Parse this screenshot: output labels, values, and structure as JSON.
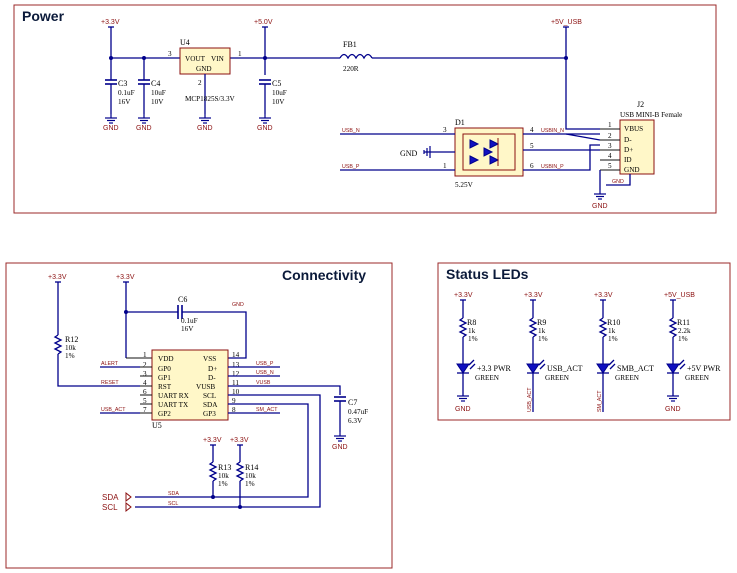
{
  "sections": {
    "power": "Power",
    "connectivity": "Connectivity",
    "status_leds": "Status LEDs"
  },
  "rails": {
    "v33": "+3.3V",
    "v50": "+5.0V",
    "v5usb": "+5V_USB",
    "gnd": "GND"
  },
  "power": {
    "u4_ref": "U4",
    "u4_vout": "VOUT",
    "u4_vin": "VIN",
    "u4_gnd": "GND",
    "u4_pin3": "3",
    "u4_pin1": "1",
    "u4_pin2": "2",
    "u4_part": "MCP1825S/3.3V",
    "c3_ref": "C3",
    "c3_val": "0.1uF",
    "c3_v": "16V",
    "c4_ref": "C4",
    "c4_val": "10uF",
    "c4_v": "10V",
    "c5_ref": "C5",
    "c5_val": "10uF",
    "c5_v": "10V",
    "fb1_ref": "FB1",
    "fb1_val": "220R",
    "d1_ref": "D1",
    "d1_val": "5.25V",
    "d1_pins": [
      "3",
      "1",
      "4",
      "5",
      "6"
    ],
    "net_usb_n": "USB_N",
    "net_usb_p": "USB_P",
    "net_usbin_n": "USBIN_N",
    "net_usbin_p": "USBIN_P",
    "j2_ref": "J2",
    "j2_part": "USB MINI-B Female",
    "j2_pins": [
      "VBUS",
      "D-",
      "D+",
      "ID",
      "GND"
    ],
    "j2_nums": [
      "1",
      "2",
      "3",
      "4",
      "5"
    ],
    "j2_gnd_pin": "GND"
  },
  "connectivity": {
    "u5_ref": "U5",
    "u5_left": [
      "VDD",
      "GP0",
      "GP1",
      "RST",
      "UART RX",
      "UART TX",
      "GP2"
    ],
    "u5_left_nums": [
      "1",
      "2",
      "3",
      "4",
      "6",
      "5",
      "7"
    ],
    "u5_right": [
      "VSS",
      "D+",
      "D-",
      "VUSB",
      "SCL",
      "SDA",
      "GP3"
    ],
    "u5_right_nums": [
      "14",
      "13",
      "12",
      "11",
      "10",
      "9",
      "8"
    ],
    "net_alert": "ALERT",
    "net_reset": "RESET",
    "net_usb_act": "USB_ACT",
    "net_usb_p": "USB_P",
    "net_usb_n": "USB_N",
    "net_vusb": "VUSB",
    "net_smb_act": "SM_ACT",
    "net_gnd": "GND",
    "net_sda": "SDA",
    "net_scl": "SCL",
    "port_sda": "SDA",
    "port_scl": "SCL",
    "c6_ref": "C6",
    "c6_val": "0.1uF",
    "c6_v": "16V",
    "c7_ref": "C7",
    "c7_val": "0.47uF",
    "c7_v": "6.3V",
    "r12_ref": "R12",
    "r12_val": "10k",
    "r12_tol": "1%",
    "r13_ref": "R13",
    "r13_val": "10k",
    "r13_tol": "1%",
    "r14_ref": "R14",
    "r14_val": "10k",
    "r14_tol": "1%"
  },
  "leds": [
    {
      "rail": "+3.3V",
      "ref": "R8",
      "val": "1k",
      "tol": "1%",
      "name": "+3.3 PWR",
      "color": "GREEN",
      "bottom": "GND"
    },
    {
      "rail": "+3.3V",
      "ref": "R9",
      "val": "1k",
      "tol": "1%",
      "name": "USB_ACT",
      "color": "GREEN",
      "bottom": "USB_ACT"
    },
    {
      "rail": "+3.3V",
      "ref": "R10",
      "val": "1k",
      "tol": "1%",
      "name": "SMB_ACT",
      "color": "GREEN",
      "bottom": "SM_ACT"
    },
    {
      "rail": "+5V_USB",
      "ref": "R11",
      "val": "2.2k",
      "tol": "1%",
      "name": "+5V PWR",
      "color": "GREEN",
      "bottom": "GND"
    }
  ]
}
